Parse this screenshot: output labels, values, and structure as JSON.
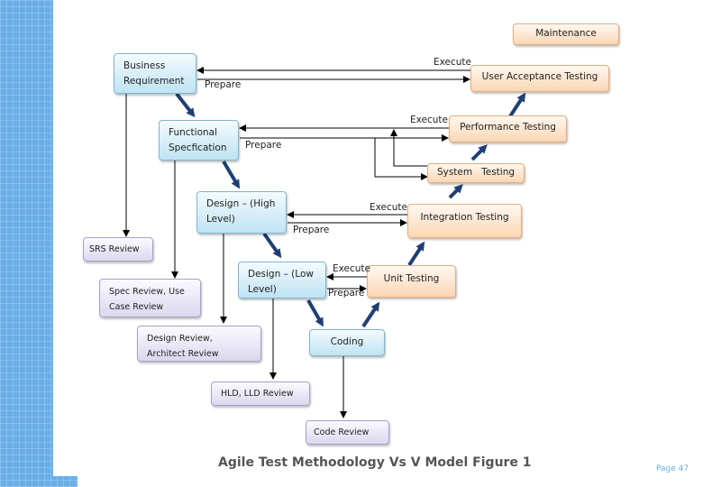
{
  "boxes": {
    "maintenance": "Maintenance",
    "uat": "User Acceptance Testing",
    "business_requirement": "Business Requirement",
    "functional_spec": "Functional Specfication",
    "performance_testing": "Performance Testing",
    "system_testing": "System   Testing",
    "design_high": "Design – (High Level)",
    "integration_testing": "Integration Testing",
    "design_low": "Design – (Low Level)",
    "unit_testing": "Unit Testing",
    "coding": "Coding",
    "srs_review": "SRS Review",
    "spec_review": "Spec Review, Use Case Review",
    "design_review": "Design Review, Architect  Review",
    "hld_lld_review": "HLD, LLD Review",
    "code_review": "Code Review"
  },
  "labels": {
    "execute": "Execute",
    "prepare": "Prepare"
  },
  "caption": "Agile Test Methodology Vs V Model Figure 1",
  "page_number": "Page 47"
}
